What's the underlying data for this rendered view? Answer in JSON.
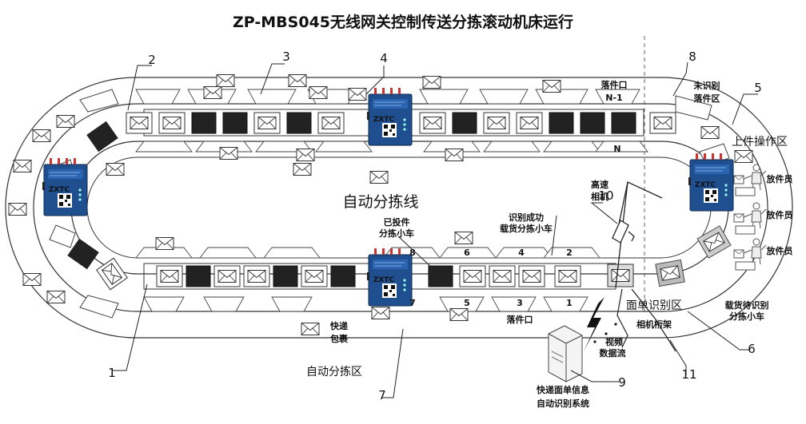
{
  "title": "ZP-MBS045无线网关控制传送分拣滚动机床运行",
  "colors": {
    "gateway": "#1f4f8f",
    "bin": "#222222",
    "line": "#333333",
    "dash": "#666666"
  },
  "gateway": {
    "brand": "ZXTC"
  },
  "numbers": [
    "1",
    "2",
    "3",
    "4",
    "5",
    "6",
    "7",
    "8",
    "9",
    "10",
    "11"
  ],
  "labels": {
    "line": "自动分拣线",
    "zone": "自动分拣区",
    "loading_area": "上件操作区",
    "operator": "放件员",
    "chute_top_n1": "落件口",
    "chute_top_n1_id": "N-1",
    "chute_top_n": "N",
    "chute_bottom": "落件口",
    "unidentified_1": "未识别",
    "unidentified_2": "落件区",
    "camera_1": "高速",
    "camera_2": "相机",
    "identified_1": "识别成功",
    "identified_2": "载货分拣小车",
    "dropped_1": "已投件",
    "dropped_2": "分拣小车",
    "parcel_1": "快递",
    "parcel_2": "包裹",
    "waybill_area": "面单识别区",
    "pending_1": "载货待识别",
    "pending_2": "分拣小车",
    "camera_frame": "相机桁架",
    "video_1": "视频",
    "video_2": "数据流",
    "system_1": "快递面单信息",
    "system_2": "自动识别系统",
    "bottom_chutes": [
      "8",
      "7",
      "6",
      "5",
      "4",
      "3",
      "2",
      "1"
    ]
  }
}
